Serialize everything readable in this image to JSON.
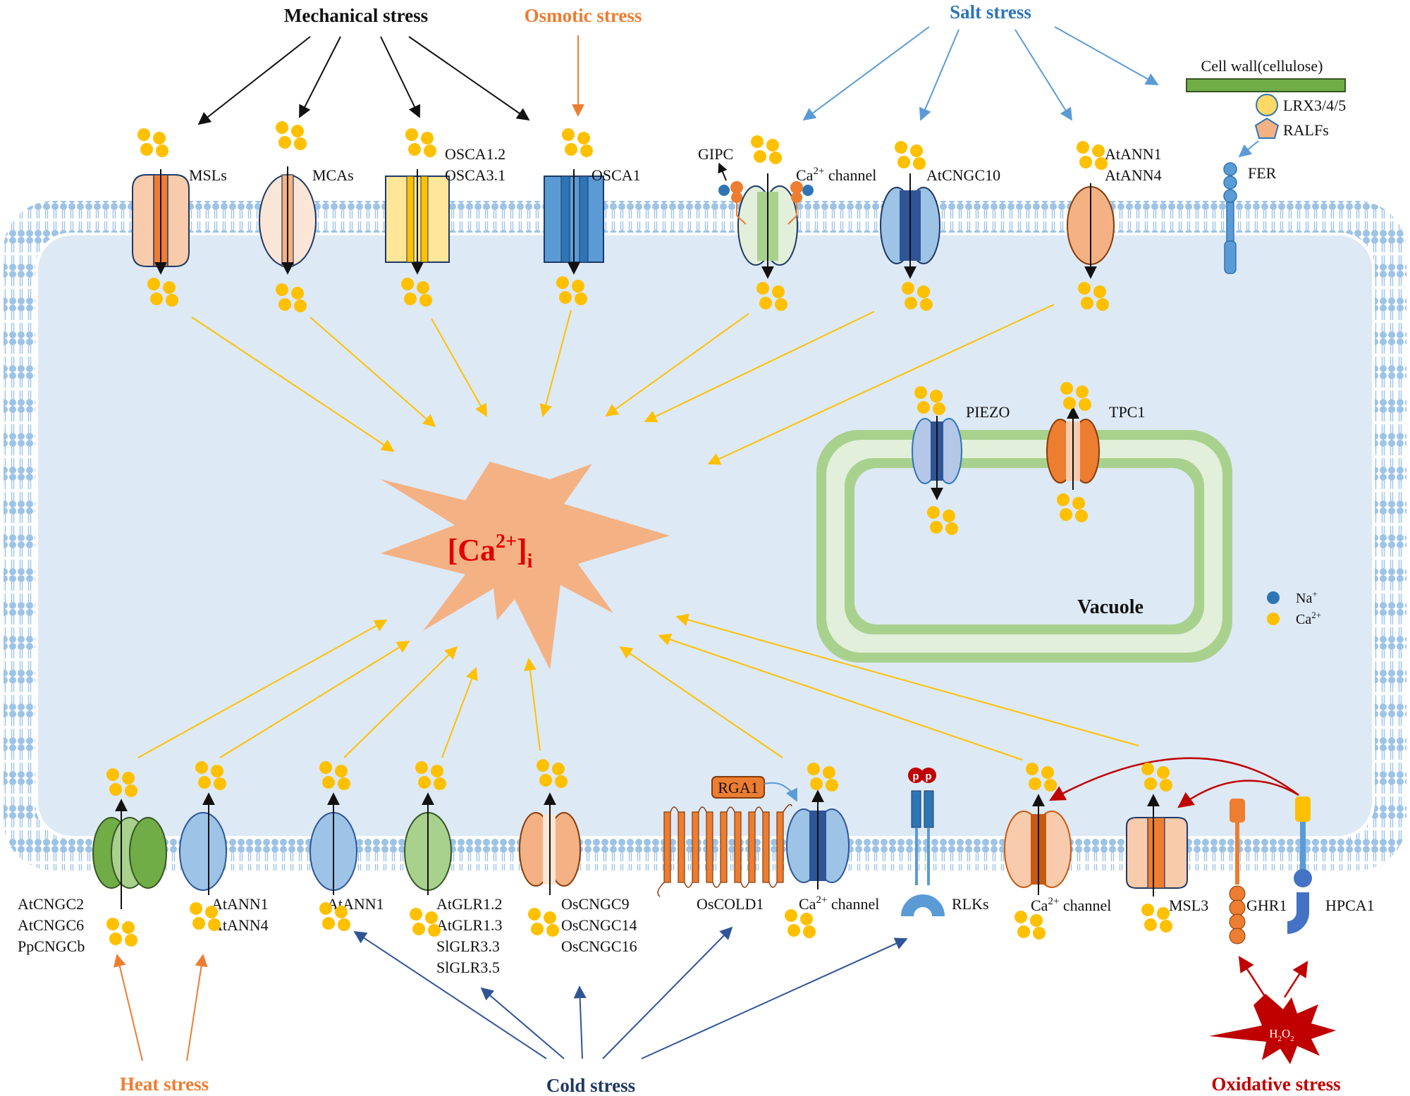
{
  "stresses": {
    "mechanical": "Mechanical stress",
    "osmotic": "Osmotic stress",
    "salt": "Salt stress",
    "heat": "Heat stress",
    "cold": "Cold stress",
    "oxidative": "Oxidative stress"
  },
  "colors": {
    "mechanical": "#111111",
    "osmotic": "#ed7d31",
    "salt": "#2e75b6",
    "heat": "#ed7d31",
    "cold": "#1f3864",
    "oxidative": "#c00000",
    "calcium": "#ffc000",
    "sodium": "#2e75b6",
    "membrane": "#9dc3e6",
    "cytoplasm": "#dde9f5",
    "burst": "#f4b183",
    "vacuole": "#a9d18e"
  },
  "top_channels": {
    "msls": "MSLs",
    "mcas": "MCAs",
    "osca12": "OSCA1.2",
    "osca31": "OSCA3.1",
    "osca1": "OSCA1",
    "gipc": "GIPC",
    "ca_channel_pre": "Ca",
    "ca_channel_sup": "2+",
    "ca_channel_post": " channel",
    "atcngc10": "AtCNGC10",
    "atann1": "AtANN1",
    "atann4": "AtANN4",
    "fer": "FER"
  },
  "cell_wall": {
    "label": "Cell wall(cellulose)",
    "lrx": "LRX3/4/5",
    "ralfs": "RALFs"
  },
  "center": {
    "bracket_open": "[Ca",
    "superscript": "2+",
    "bracket_close": "]",
    "subscript": "i"
  },
  "vacuole": {
    "label": "Vacuole",
    "piezo": "PIEZO",
    "tpc1": "TPC1"
  },
  "legend": {
    "na_pre": "Na",
    "na_sup": "+",
    "ca_pre": "Ca",
    "ca_sup": "2+"
  },
  "bottom_channels": {
    "heat_group": [
      "AtCNGC2",
      "AtCNGC6",
      "PpCNGCb"
    ],
    "heat_ann": [
      "AtANN1",
      "AtANN4"
    ],
    "cold_ann": "AtANN1",
    "glr": [
      "AtGLR1.2",
      "AtGLR1.3",
      "SlGLR3.3",
      "SlGLR3.5"
    ],
    "oscngc": [
      "OsCNGC9",
      "OsCNGC14",
      "OsCNGC16"
    ],
    "rga1": "RGA1",
    "oscold1": "OsCOLD1",
    "ca_channel_pre": "Ca",
    "ca_channel_sup": "2+",
    "ca_channel_post": " channel",
    "p_label": "p",
    "rlks": "RLKs",
    "msl3": "MSL3",
    "ghr1": "GHR1",
    "hpca1": "HPCA1",
    "h2o2_pre": "H",
    "h2o2_sub1": "2",
    "h2o2_mid": "O",
    "h2o2_sub2": "2"
  }
}
